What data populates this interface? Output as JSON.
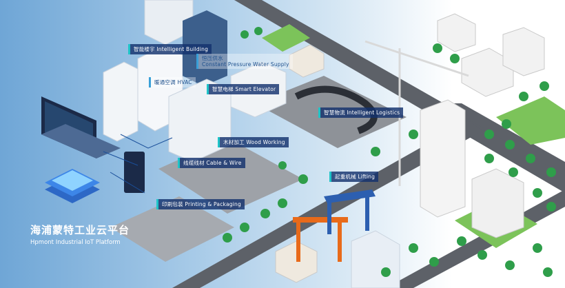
{
  "brand": {
    "title_cn": "海浦蒙特工业云平台",
    "title_en": "Hpmont Industrial IoT Platform"
  },
  "labels": {
    "building": "智能楼宇 Intelligent Building",
    "water_cn": "恒压供水",
    "water_en": "Constant Pressure Water Supply",
    "hvac": "暖通空调 HVAC",
    "elevator": "智慧电梯 Smart Elevator",
    "logistics": "智慧物流 Intelligent Logistics",
    "wood": "木材加工 Wood Working",
    "cable": "线缆线材 Cable & Wire",
    "printing": "印刷包装 Printing & Packaging",
    "lifting": "起重机械 Lifting"
  },
  "colors": {
    "accent": "#1ec4c8",
    "label_bg": "#14326e",
    "road": "#5a5f66",
    "grass": "#7cc35a",
    "tree": "#2f9e4a"
  }
}
